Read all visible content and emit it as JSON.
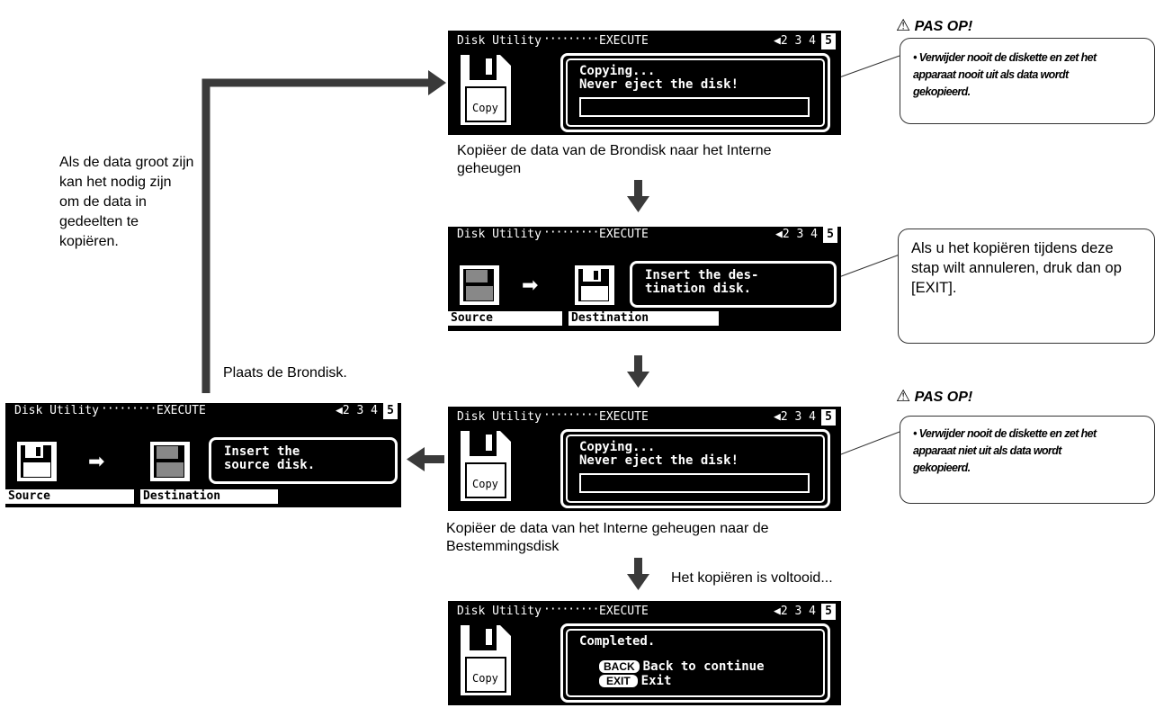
{
  "screen": {
    "title": "Disk Utility",
    "mode": "EXECUTE",
    "pages": "◀2 3 4",
    "current_page": "5"
  },
  "copy_icon_label": "Copy",
  "copying_msg": [
    "Copying...",
    "Never eject the disk!"
  ],
  "insert_dest_msg": [
    "Insert the des-",
    "tination disk."
  ],
  "insert_source_msg": [
    "Insert the",
    "source disk."
  ],
  "labels": {
    "source": "Source",
    "destination": "Destination"
  },
  "completed": {
    "line1": "Completed.",
    "back_key": "BACK",
    "back_text": "Back to continue",
    "exit_key": "EXIT",
    "exit_text": "Exit"
  },
  "captions": {
    "step1": "Kopiëer de data van de Brondisk naar het Interne geheugen",
    "step2": "Kopiëer de data van het Interne geheugen  naar de Bestemmingsdisk",
    "done": "Het kopiëren is voltooid...",
    "insert_source": "Plaats de Brondisk.",
    "split": "Als de data groot zijn kan het nodig zijn om de data in gedeelten te kopiëren."
  },
  "warning1": {
    "title": "PAS OP!",
    "text": "Verwijder nooit de diskette en zet het apparaat nooit uit als data wordt gekopieerd."
  },
  "warning2": {
    "title": "PAS OP!",
    "text": "Verwijder nooit de diskette en zet het apparaat niet uit als data wordt gekopieerd."
  },
  "cancel_note": "Als u het kopiëren tijdens deze stap wilt annuleren, druk dan op [EXIT].",
  "colors": {
    "lcd": "#000000",
    "arrow": "#3a3a3a"
  }
}
